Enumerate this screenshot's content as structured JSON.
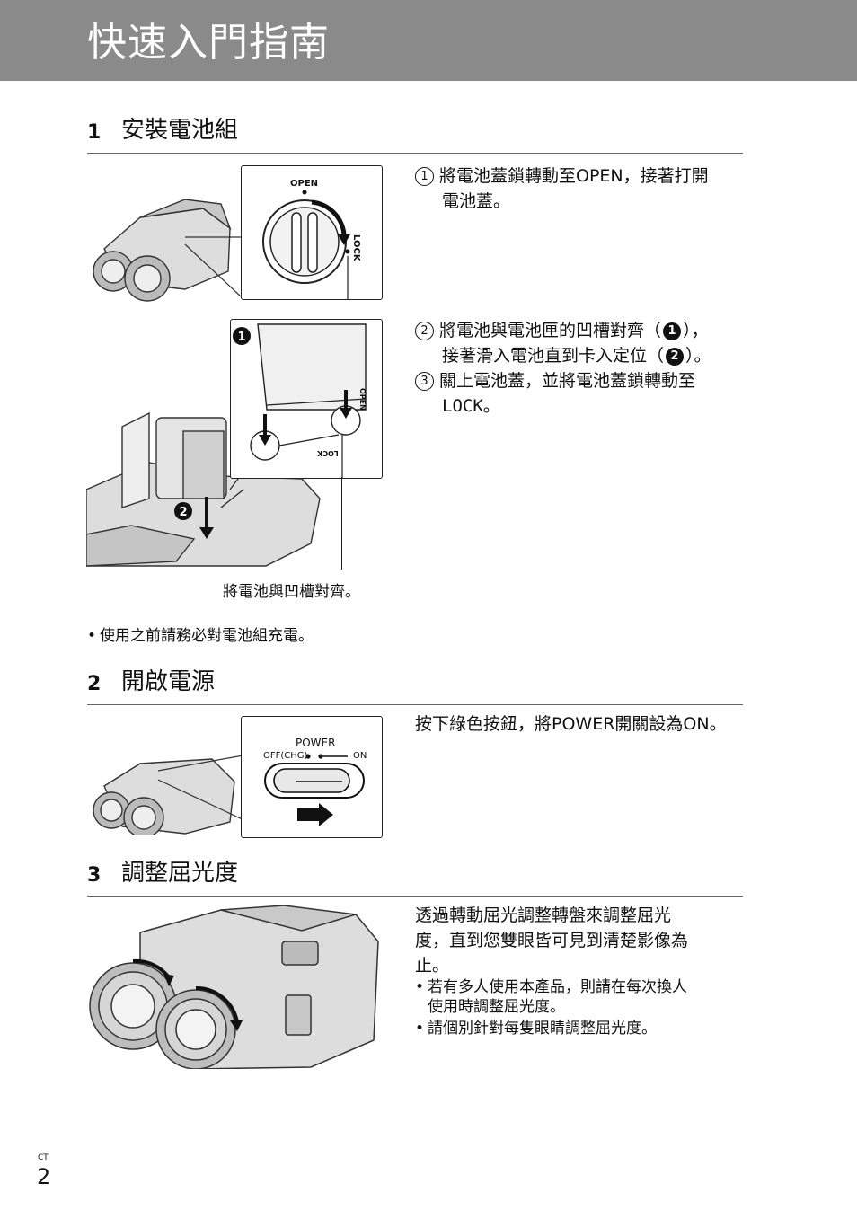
{
  "page_title": "快速入門指南",
  "sections": [
    {
      "num": "1",
      "title": "安裝電池組",
      "step1": {
        "num": "1",
        "line1": "將電池蓋鎖轉動至OPEN，接著打開",
        "line2": "電池蓋。"
      },
      "step2": {
        "num": "2",
        "line1a": "將電池與電池匣的凹槽對齊（",
        "ref1": "1",
        "line1b": "），",
        "line2a": "接著滑入電池直到卡入定位（",
        "ref2": "2",
        "line2b": "）。"
      },
      "step3": {
        "num": "3",
        "line1": "關上電池蓋，並將電池蓋鎖轉動至",
        "line2": "LOCK。"
      },
      "fig1": {
        "open_label": "OPEN",
        "lock_label": "LOCK"
      },
      "fig2": {
        "marker1": "1",
        "marker2": "2",
        "open_label": "OPEN",
        "lock_label": "LOCK"
      },
      "caption": "將電池與凹槽對齊。",
      "note": "使用之前請務必對電池組充電。"
    },
    {
      "num": "2",
      "title": "開啟電源",
      "instruction": "按下綠色按鈕，將POWER開關設為ON。",
      "fig": {
        "power_label": "POWER",
        "off_label": "OFF(CHG)",
        "on_label": "ON"
      }
    },
    {
      "num": "3",
      "title": "調整屈光度",
      "instruction_line1": "透過轉動屈光調整轉盤來調整屈光",
      "instruction_line2": "度，直到您雙眼皆可見到清楚影像為",
      "instruction_line3": "止。",
      "notes": [
        {
          "line1": "若有多人使用本產品，則請在每次換人",
          "line2": "使用時調整屈光度。"
        },
        {
          "line1": "請個別針對每隻眼睛調整屈光度。"
        }
      ]
    }
  ],
  "footer": {
    "lang_code": "CT",
    "page_number": "2"
  }
}
